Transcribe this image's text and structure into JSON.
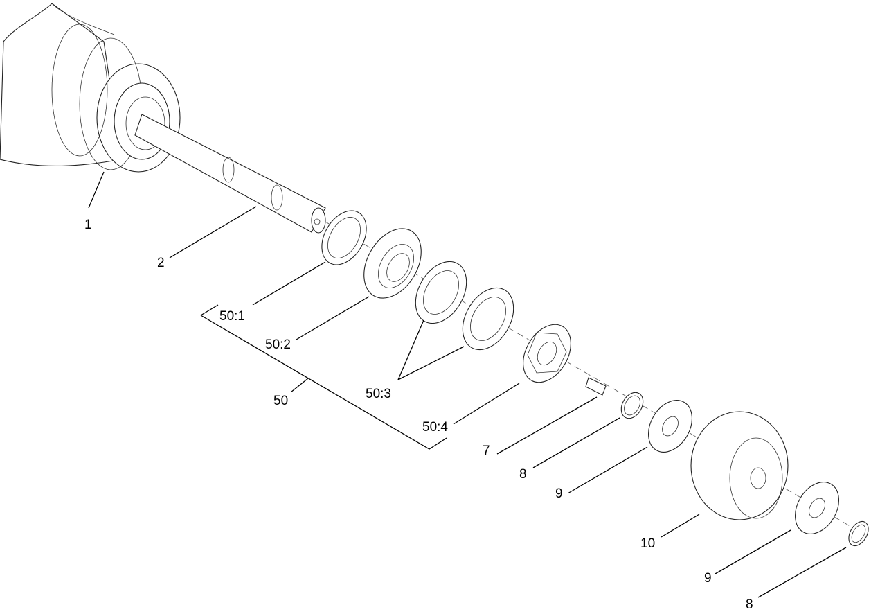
{
  "callouts": {
    "c1": "1",
    "c2": "2",
    "c50_1": "50:1",
    "c50_2": "50:2",
    "c50_3": "50:3",
    "c50": "50",
    "c50_4": "50:4",
    "c7": "7",
    "c8a": "8",
    "c9a": "9",
    "c10": "10",
    "c9b": "9",
    "c8b": "8"
  },
  "colors": {
    "line": "#000000",
    "background": "#ffffff"
  }
}
